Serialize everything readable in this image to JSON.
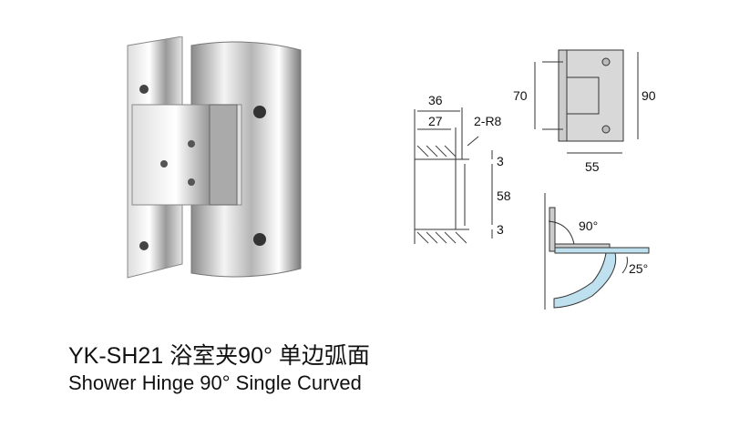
{
  "product": {
    "model": "YK-SH21",
    "name_cn": "浴室夹90°  单边弧面",
    "name_en": "Shower Hinge 90°  Single Curved"
  },
  "dimensions": {
    "overall_width": "36",
    "glass_offset": "27",
    "radius": "2-R8",
    "gap_top": "3",
    "notch_height": "58",
    "gap_bottom": "3",
    "hole_spacing": "70",
    "height": "90",
    "width": "55",
    "angle_main": "90°",
    "angle_extra": "25°"
  },
  "colors": {
    "glass": "#bfe0ee",
    "metal": "#cfcfcf"
  }
}
